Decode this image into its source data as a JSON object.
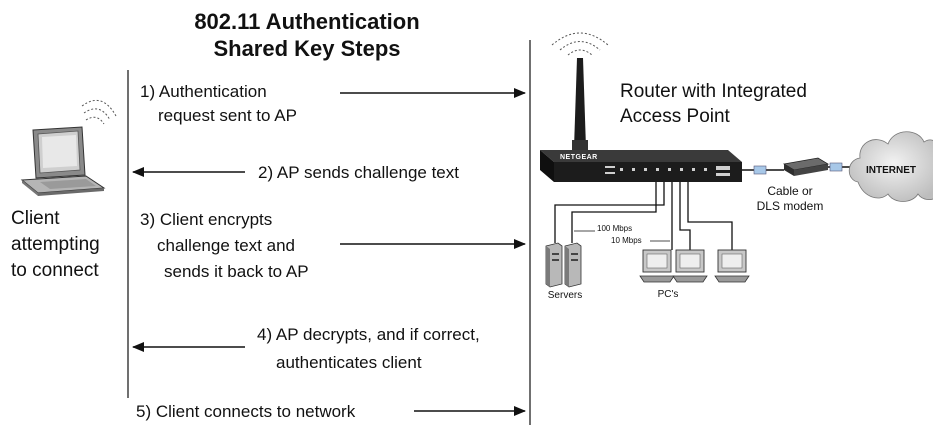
{
  "title": {
    "line1": "802.11 Authentication",
    "line2": "Shared Key Steps"
  },
  "client": {
    "label_lines": [
      "Client",
      "attempting",
      "to connect"
    ]
  },
  "router": {
    "label_lines": [
      "Router with Integrated",
      "Access Point"
    ],
    "brand": "NETGEAR"
  },
  "modem": {
    "label_lines": [
      "Cable or",
      "DLS modem"
    ]
  },
  "internet": {
    "label": "INTERNET"
  },
  "network": {
    "speed_fast": "100 Mbps",
    "speed_slow": "10 Mbps",
    "servers_label": "Servers",
    "pcs_label": "PC's"
  },
  "steps": [
    {
      "lines": [
        "1) Authentication",
        "request sent to AP"
      ],
      "direction": "to-ap"
    },
    {
      "lines": [
        "2) AP sends challenge text"
      ],
      "direction": "to-client"
    },
    {
      "lines": [
        "3) Client encrypts",
        "challenge text and",
        "sends it back to AP"
      ],
      "direction": "to-ap"
    },
    {
      "lines": [
        "4) AP decrypts, and if correct,",
        "authenticates client"
      ],
      "direction": "to-client"
    },
    {
      "lines": [
        "5) Client connects to network"
      ],
      "direction": "to-ap"
    }
  ],
  "colors": {
    "line": "#111111",
    "router_body": "#1c1c1c",
    "cloud_fill": "#d9d9d9",
    "connector": "#a8c8e8"
  }
}
